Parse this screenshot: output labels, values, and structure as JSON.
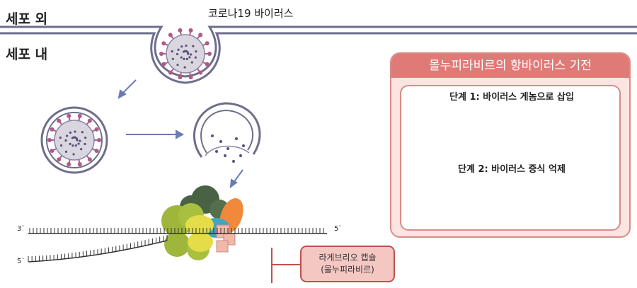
{
  "labels": {
    "outside_cell": "세포 외",
    "inside_cell": "세포 내",
    "virus": "코로나19 바이러스",
    "strand_3prime_left": "3`",
    "strand_5prime_right": "5`",
    "strand_5prime_left": "5`"
  },
  "mechanism": {
    "title": "몰누피라비르의 항바이러스 기전",
    "step1": "단계 1: 바이러스 게놈으로 삽입",
    "step2": "단계 2: 바이러스 증식 억제"
  },
  "capsule": {
    "line1": "라게브리오 캡슐",
    "line2": "(몰누피라비르)"
  },
  "colors": {
    "membrane": "#6e6e8c",
    "panel_fill": "#fbe4e1",
    "panel_border": "#d98c86",
    "title_fill": "#e07a77",
    "capsule_border": "#c0504d",
    "nucleotide_normal": "#b3a497",
    "nucleotide_drug": "#7a2e7a",
    "nucleotide_mutant": "#e8e03c",
    "arrow": "#6a7bb5"
  }
}
